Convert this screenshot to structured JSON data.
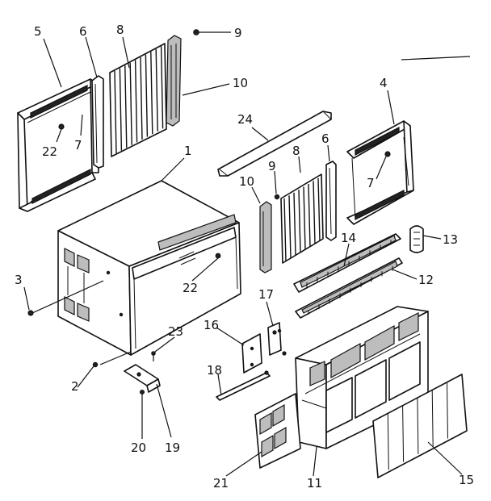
{
  "callouts": [
    {
      "id": "c5",
      "text": "5"
    },
    {
      "id": "c6a",
      "text": "6"
    },
    {
      "id": "c8a",
      "text": "8"
    },
    {
      "id": "c9a",
      "text": "9"
    },
    {
      "id": "c10a",
      "text": "10"
    },
    {
      "id": "c22a",
      "text": "22"
    },
    {
      "id": "c7a",
      "text": "7"
    },
    {
      "id": "c24",
      "text": "24"
    },
    {
      "id": "c1",
      "text": "1"
    },
    {
      "id": "c4",
      "text": "4"
    },
    {
      "id": "c6b",
      "text": "6"
    },
    {
      "id": "c8b",
      "text": "8"
    },
    {
      "id": "c9b",
      "text": "9"
    },
    {
      "id": "c10b",
      "text": "10"
    },
    {
      "id": "c7b",
      "text": "7"
    },
    {
      "id": "c13",
      "text": "13"
    },
    {
      "id": "c14",
      "text": "14"
    },
    {
      "id": "c12",
      "text": "12"
    },
    {
      "id": "c3",
      "text": "3"
    },
    {
      "id": "c22b",
      "text": "22"
    },
    {
      "id": "c17",
      "text": "17"
    },
    {
      "id": "c16",
      "text": "16"
    },
    {
      "id": "c23",
      "text": "23"
    },
    {
      "id": "c18",
      "text": "18"
    },
    {
      "id": "c2",
      "text": "2"
    },
    {
      "id": "c20",
      "text": "20"
    },
    {
      "id": "c19",
      "text": "19"
    },
    {
      "id": "c21",
      "text": "21"
    },
    {
      "id": "c11",
      "text": "11"
    },
    {
      "id": "c15",
      "text": "15"
    }
  ]
}
